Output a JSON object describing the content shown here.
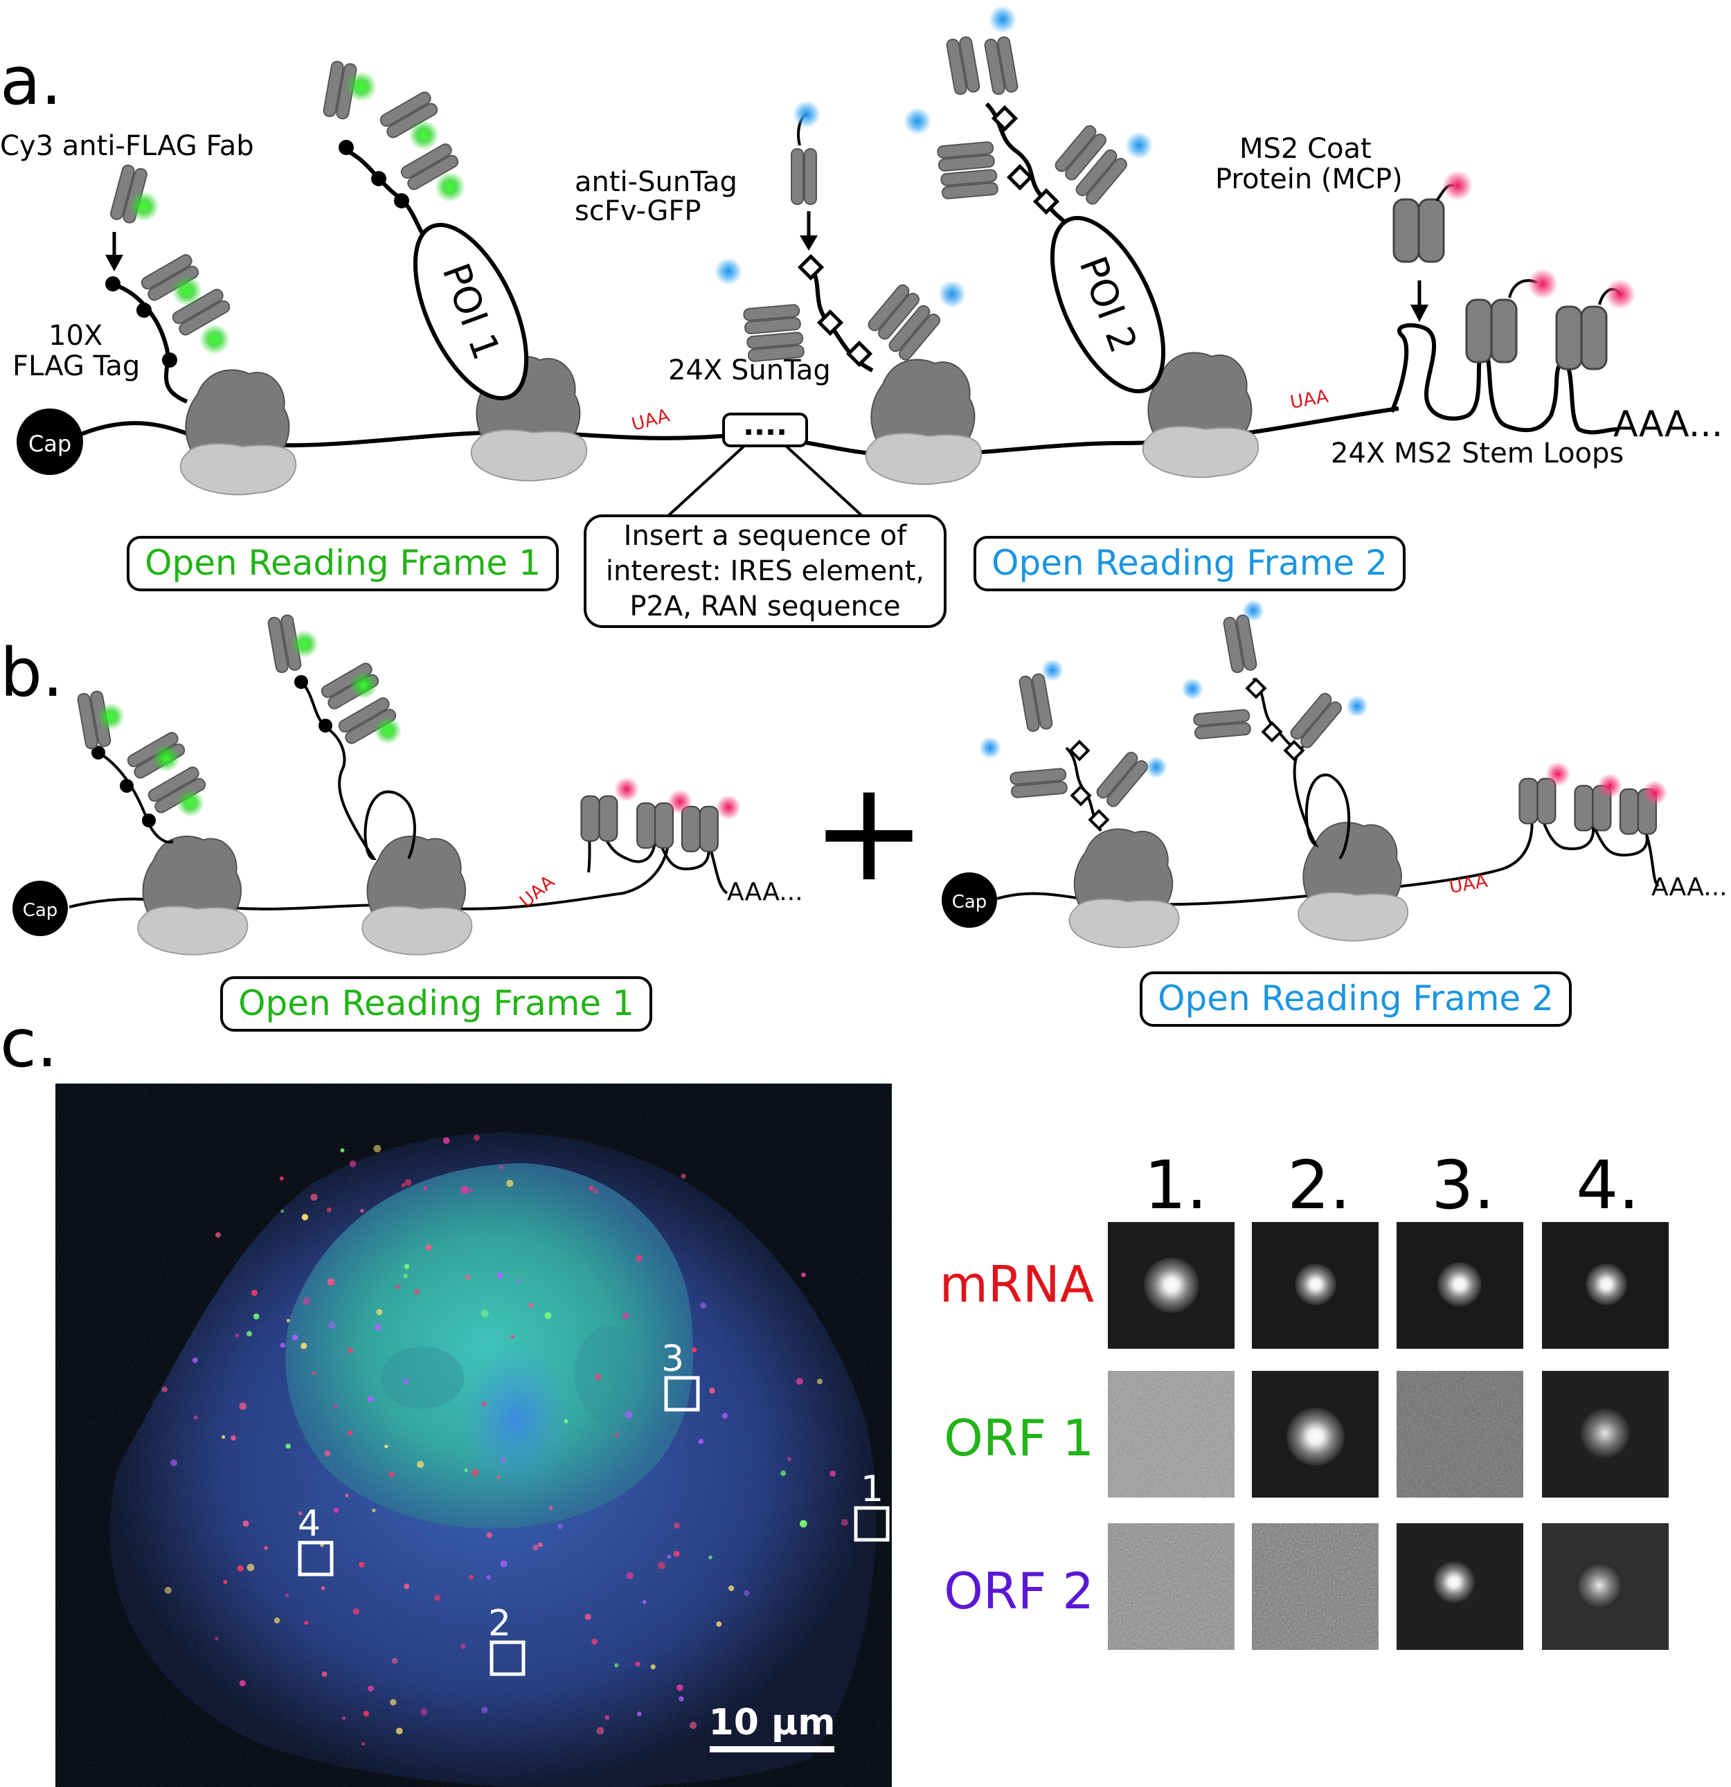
{
  "panels": {
    "a": "a.",
    "b": "b.",
    "c": "c."
  },
  "panel_a": {
    "cap": "Cap",
    "cy3_label": "Cy3 anti-FLAG Fab",
    "flag_line1": "10X",
    "flag_line2": "FLAG Tag",
    "poi1": "POI 1",
    "poi2": "POI 2",
    "suntag_ab_line1": "anti-SunTag",
    "suntag_ab_line2": "scFv-GFP",
    "suntag": "24X SunTag",
    "uaa1": "UAA",
    "uaa2": "UAA",
    "insert_dots": "....",
    "insert_line1": "Insert a sequence of",
    "insert_line2": "interest: IRES element,",
    "insert_line3": "P2A, RAN sequence",
    "mcp_line1": "MS2 Coat",
    "mcp_line2": "Protein (MCP)",
    "stem_loops": "24X MS2 Stem Loops",
    "polya": "AAA...",
    "orf1": "Open Reading Frame 1",
    "orf2": "Open Reading Frame 2"
  },
  "panel_b": {
    "cap_left": "Cap",
    "cap_right": "Cap",
    "uaa_left": "UAA",
    "uaa_right": "UAA",
    "polya_left": "AAA...",
    "polya_right": "AAA...",
    "plus": "+",
    "orf1": "Open Reading Frame 1",
    "orf2": "Open Reading Frame 2"
  },
  "panel_c": {
    "box_labels": [
      "1",
      "2",
      "3",
      "4"
    ],
    "scale_bar": "10 μm",
    "column_headers": [
      "1.",
      "2.",
      "3.",
      "4."
    ],
    "row_labels": [
      "mRNA",
      "ORF 1",
      "ORF 2"
    ],
    "row_label_colors": [
      "#e0141b",
      "#21b317",
      "#5a17d6"
    ]
  },
  "colors": {
    "flag_dye": "#2fd62a",
    "suntag_dye": "#2aa3f0",
    "mcp_dye": "#f0115a",
    "protein_gray": "#808080",
    "ribosome_dark": "#7a7a7a",
    "ribosome_light": "#c8c8c8"
  }
}
